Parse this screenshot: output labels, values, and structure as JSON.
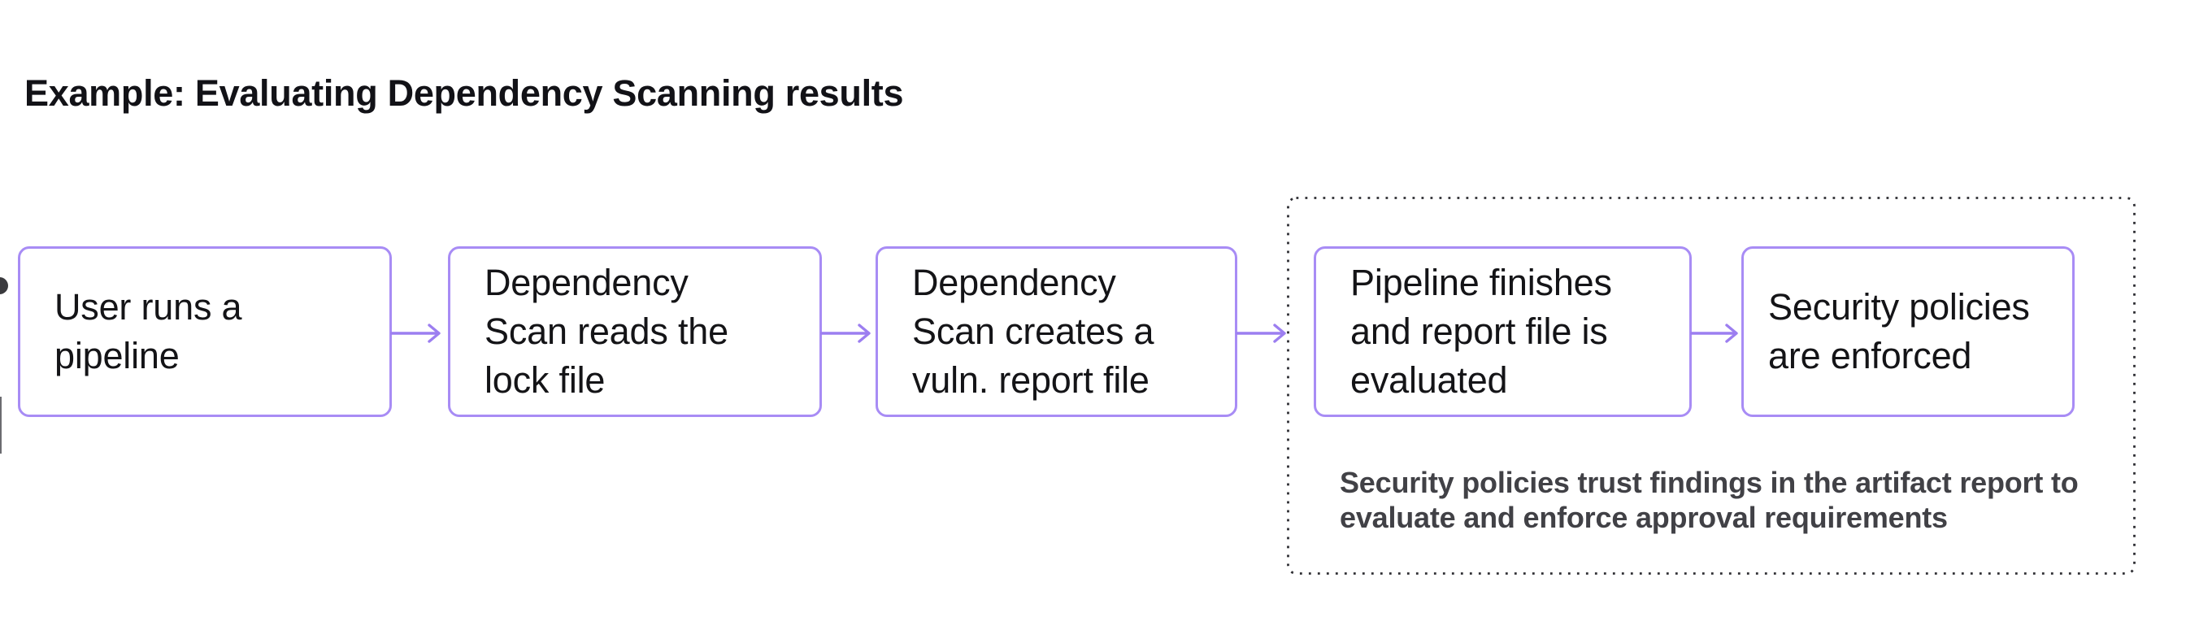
{
  "title": "Example: Evaluating Dependency Scanning results",
  "flow": {
    "boxes": [
      {
        "id": "user-runs-pipeline",
        "label": "User runs a\npipeline"
      },
      {
        "id": "dep-scan-reads-lock-file",
        "label": "Dependency\nScan reads the\nlock file"
      },
      {
        "id": "dep-scan-creates-report",
        "label": "Dependency\nScan creates a\nvuln. report file"
      },
      {
        "id": "pipeline-finishes",
        "label": "Pipeline finishes\nand report file is\nevaluated"
      },
      {
        "id": "policies-enforced",
        "label": "Security policies\nare enforced"
      }
    ]
  },
  "policy_group": {
    "note": "Security policies trust findings in the artifact report to\nevaluate and enforce approval requirements"
  },
  "colors": {
    "accent_border": "#a88cf5",
    "accent_arrow": "#9c7ef0",
    "dotted_border": "#2e2e33",
    "note_text": "#414146"
  }
}
